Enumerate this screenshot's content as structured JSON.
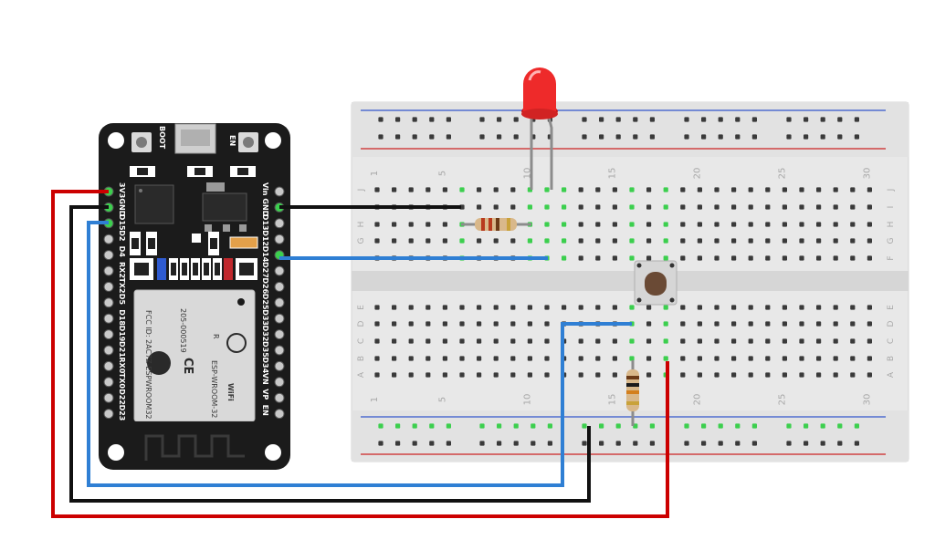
{
  "breadboard": {
    "column_numbers": [
      "1",
      "5",
      "10",
      "15",
      "20",
      "25",
      "30"
    ],
    "top_rows": [
      "J",
      "I",
      "H",
      "G",
      "F"
    ],
    "bottom_rows": [
      "E",
      "D",
      "C",
      "B",
      "A"
    ]
  },
  "esp32": {
    "button_labels": {
      "boot": "BOOT",
      "en": "EN"
    },
    "left_pins": [
      "3V3",
      "GND",
      "D15",
      "D2",
      "D4",
      "RX2",
      "TX2",
      "D5",
      "D18",
      "D19",
      "D21",
      "RX0",
      "TX0",
      "D22",
      "D23"
    ],
    "right_pins": [
      "Vin",
      "GND",
      "D13",
      "D12",
      "D14",
      "D27",
      "D26",
      "D25",
      "D33",
      "D32",
      "D35",
      "D34",
      "VN",
      "VP",
      "EN"
    ],
    "module_text": {
      "fcc": "FCC ID: 2AC7Z-ESPWROOM32",
      "r_mark": "R",
      "r_code": "205-000519",
      "ce": "CE",
      "model": "ESP-WROOM-32",
      "wifi": "WiFi"
    }
  },
  "colors": {
    "wire_red": "#cc0000",
    "wire_black": "#111111",
    "wire_blue": "#2f7fd4",
    "board_black": "#1b1b1b",
    "breadboard": "#e8e8e8",
    "rail_blue": "#3355cc",
    "rail_red": "#cc2222",
    "led_red": "#ee2a2a",
    "active_hole": "#3ccf4e"
  },
  "components": [
    "esp32-devkit",
    "breadboard",
    "red-led",
    "resistor-led",
    "resistor-pulldown",
    "pushbutton"
  ]
}
